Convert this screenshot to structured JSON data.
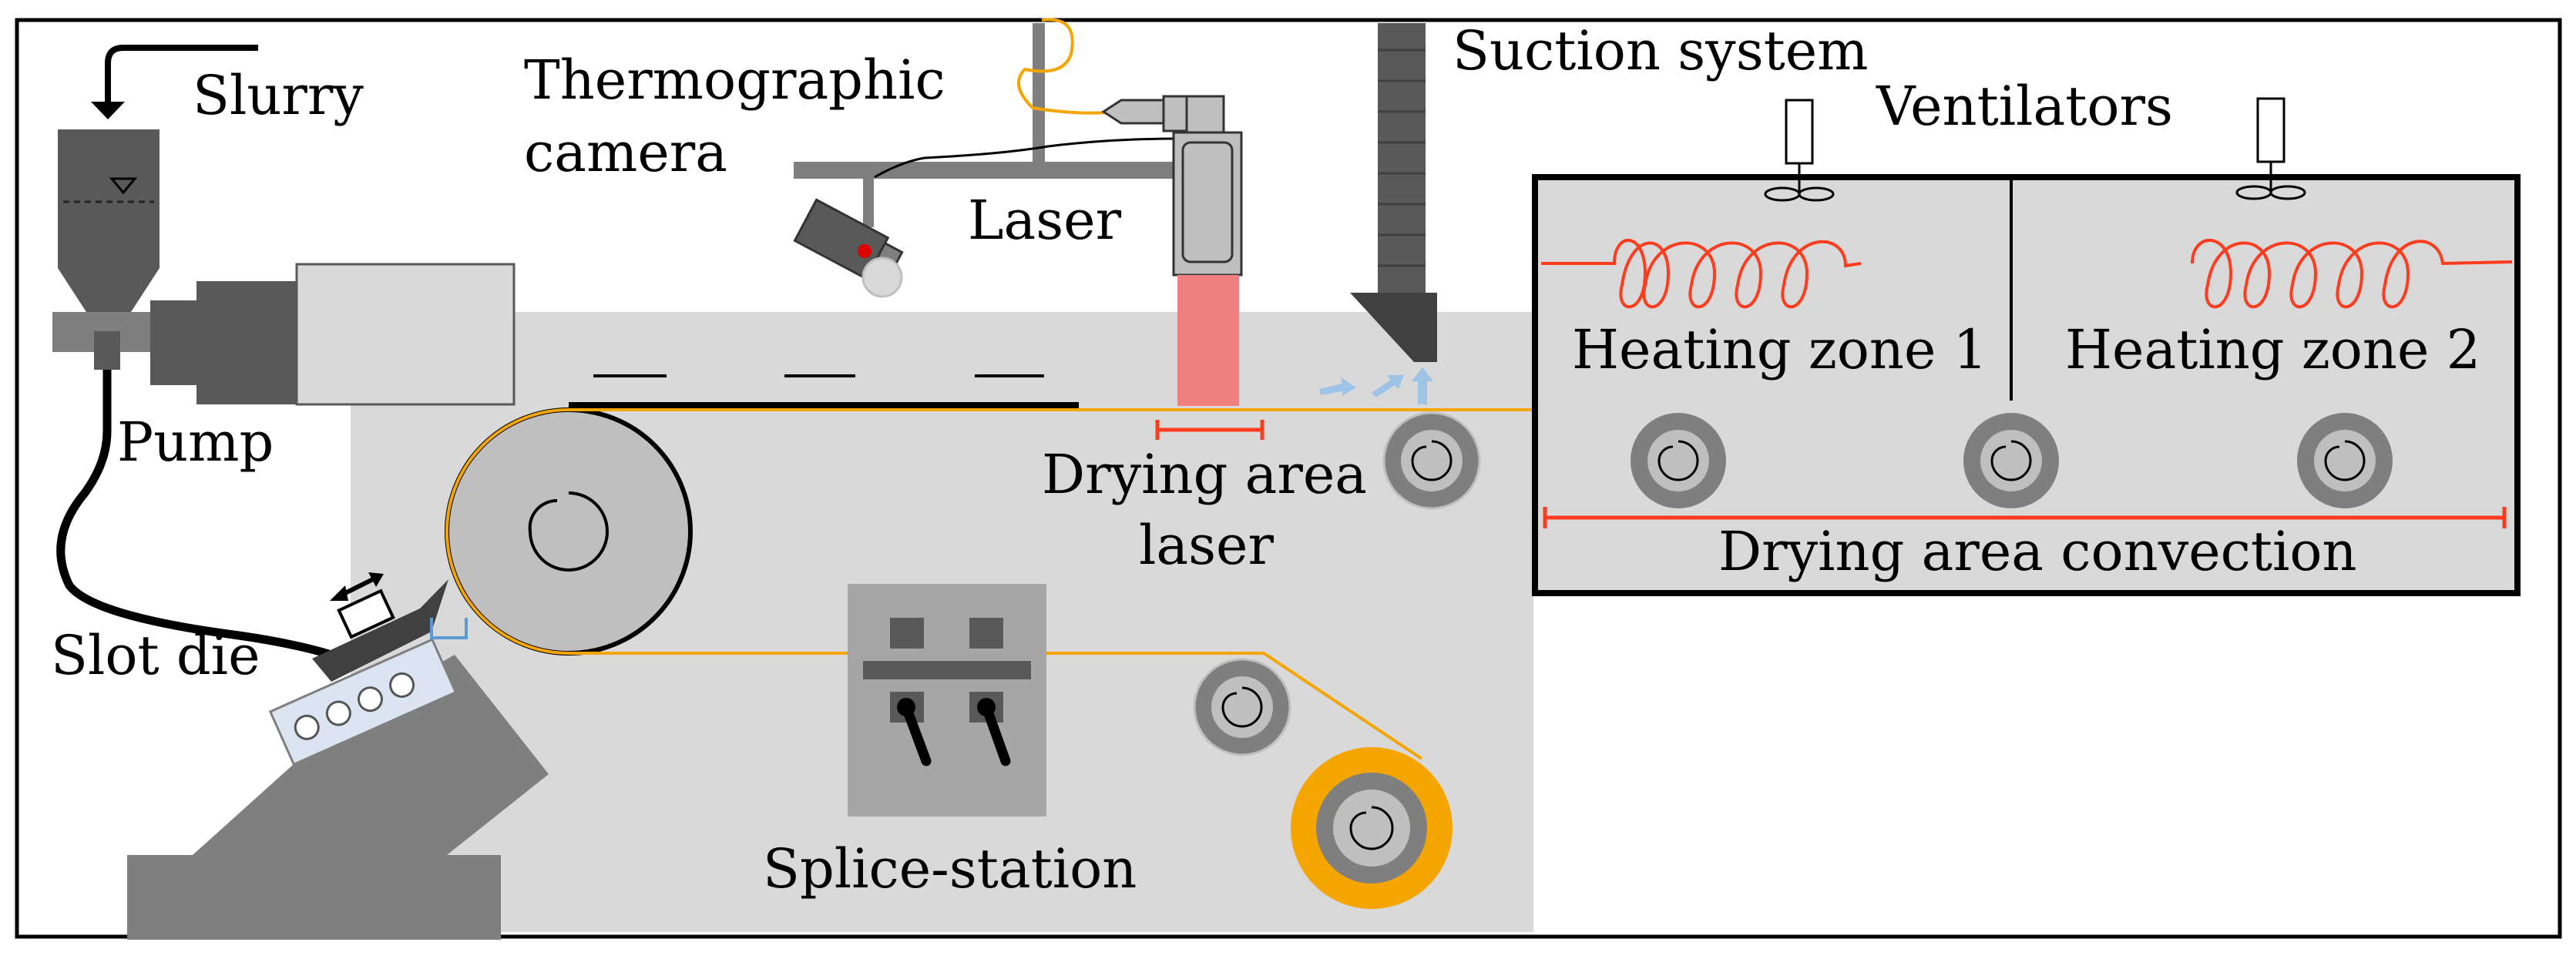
{
  "labels": {
    "slurry": "Slurry",
    "thermographic_camera_line1": "Thermographic",
    "thermographic_camera_line2": "camera",
    "laser": "Laser",
    "suction_system": "Suction system",
    "ventilators": "Ventilators",
    "pump": "Pump",
    "heating_zone_1": "Heating zone 1",
    "heating_zone_2": "Heating zone 2",
    "drying_area_laser_line1": "Drying area",
    "drying_area_laser_line2": "laser",
    "drying_area_convection": "Drying area convection",
    "slot_die": "Slot die",
    "splice_station": "Splice-station"
  },
  "colors": {
    "machine_bg": "#d9d9d9",
    "dark_gray": "#595959",
    "mid_gray": "#7f7f7f",
    "light_gray": "#bfbfbf",
    "heater_red": "#ff3c1e",
    "laser_beam": "#f08080",
    "foil_orange": "#f5a500",
    "air_blue": "#9dc3e6",
    "camera_dot": "#e00000"
  }
}
